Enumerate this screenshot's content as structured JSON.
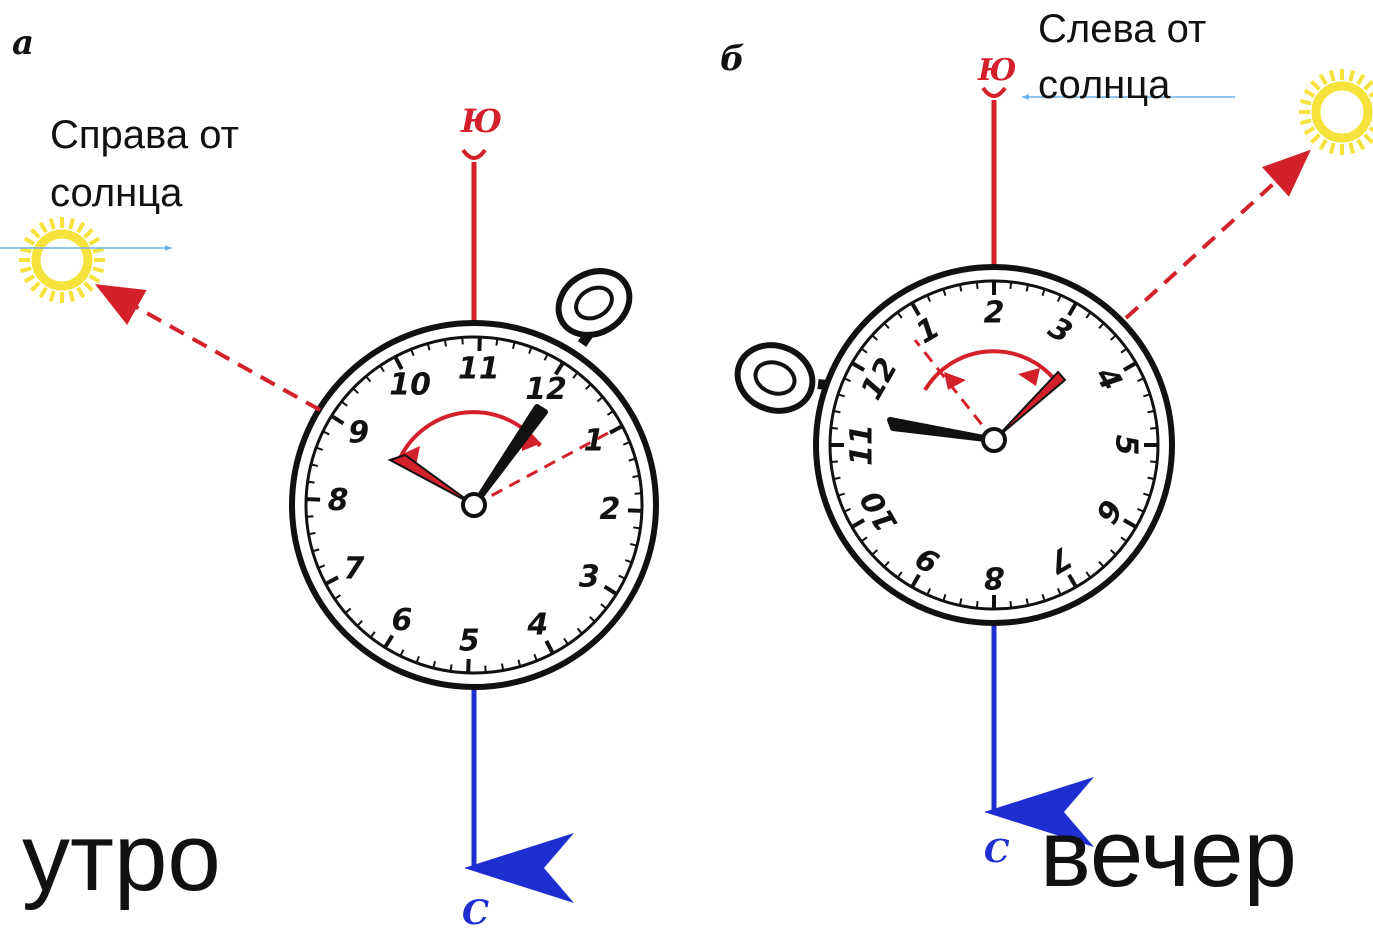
{
  "panel_a": {
    "letter": "а",
    "south_label": "Ю",
    "north_label": "С",
    "sun_note_line1": "Справа от",
    "sun_note_line2": "солнца",
    "time_caption": "утро",
    "dial_numbers": [
      "10",
      "11",
      "12",
      "1",
      "2",
      "3",
      "4",
      "5",
      "6",
      "7",
      "8",
      "9"
    ]
  },
  "panel_b": {
    "letter": "б",
    "south_label": "Ю",
    "north_label": "С",
    "sun_note_line1": "Слева от",
    "sun_note_line2": "солнца",
    "time_caption": "вечер",
    "dial_numbers": [
      "1",
      "2",
      "3",
      "4",
      "5",
      "6",
      "7",
      "8",
      "9",
      "10",
      "11",
      "12"
    ]
  },
  "colors": {
    "south_line": "#d4202a",
    "north_line": "#1d2fd0",
    "sun": "#f5e23a",
    "note_arrow": "#6ab0e8",
    "ink": "#111111"
  }
}
